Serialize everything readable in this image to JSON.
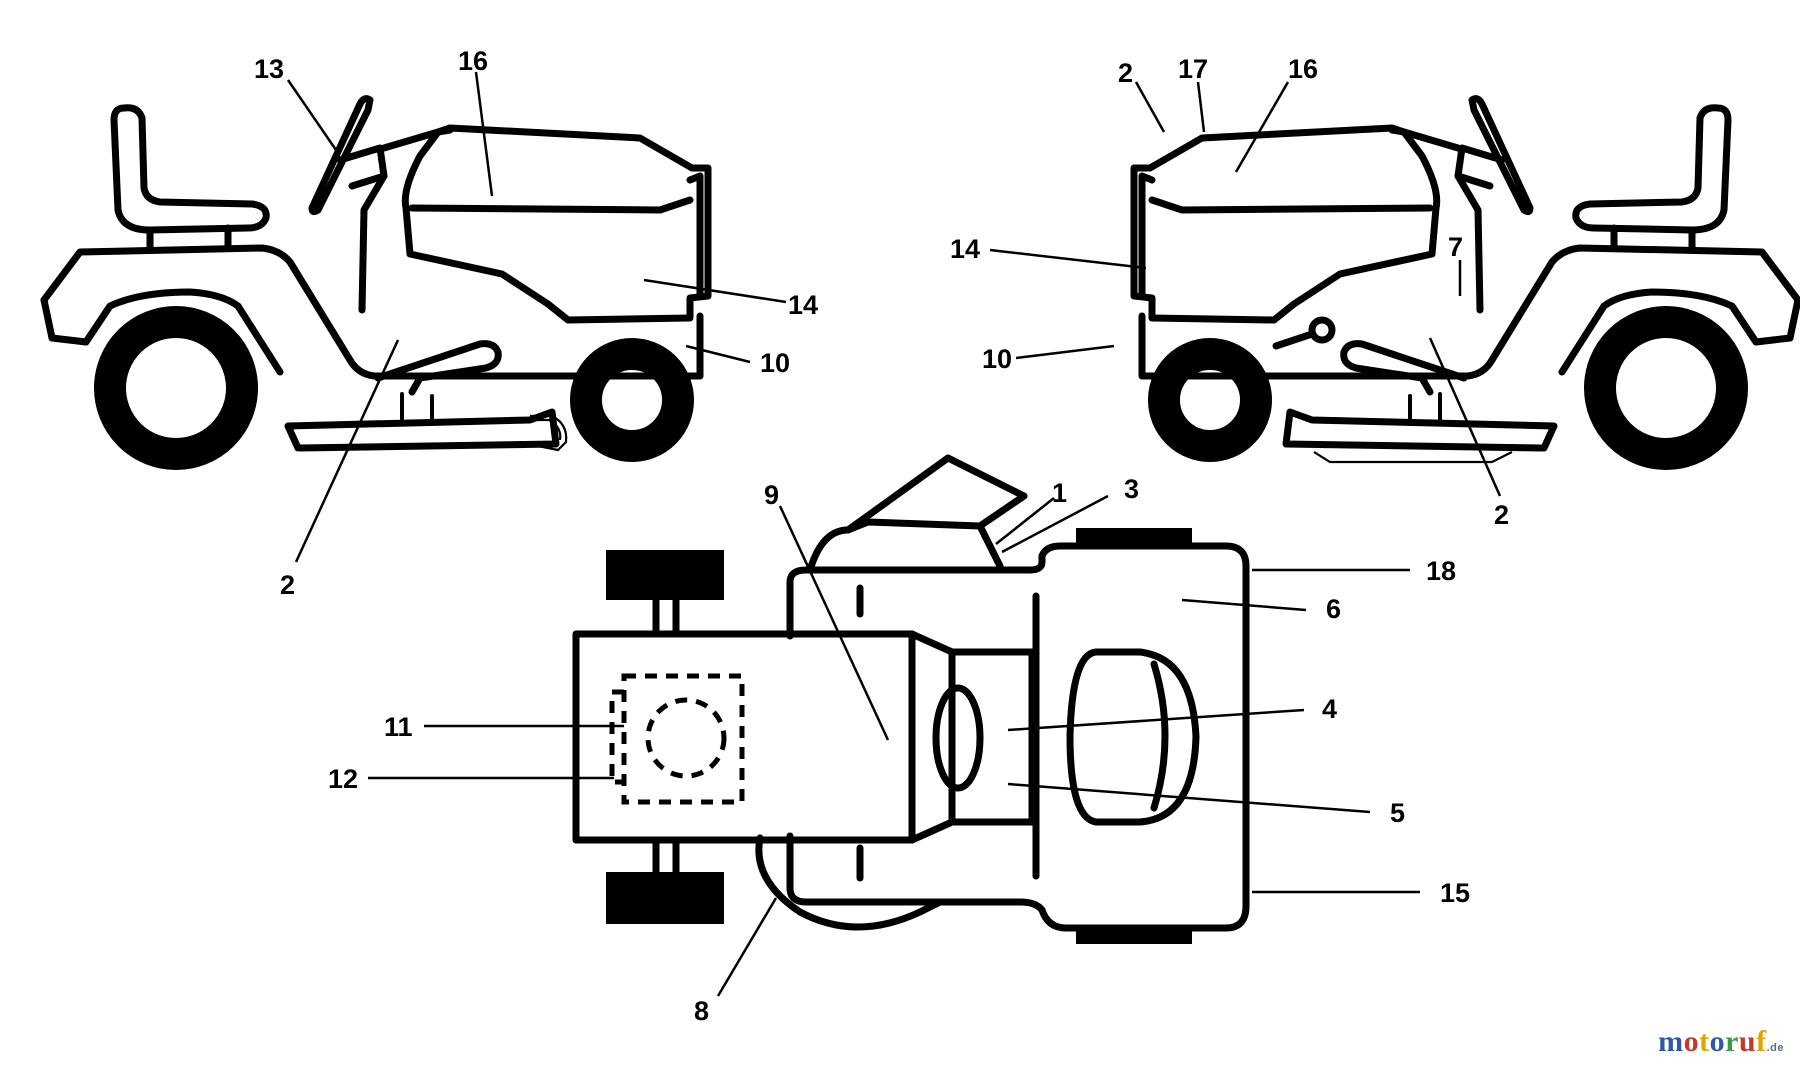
{
  "diagram": {
    "side_left": {
      "labels": {
        "l13": "13",
        "l16": "16",
        "l14": "14",
        "l10": "10",
        "l2": "2"
      }
    },
    "side_right": {
      "labels": {
        "l2a": "2",
        "l17": "17",
        "l16": "16",
        "l14": "14",
        "l7": "7",
        "l10": "10",
        "l2b": "2"
      }
    },
    "top_view": {
      "labels": {
        "l9": "9",
        "l1": "1",
        "l3": "3",
        "l18": "18",
        "l6": "6",
        "l4": "4",
        "l11": "11",
        "l12": "12",
        "l5": "5",
        "l15": "15",
        "l8": "8"
      }
    }
  },
  "watermark": {
    "letters": [
      "m",
      "o",
      "t",
      "o",
      "r",
      "u",
      "f"
    ],
    "colors": [
      "#2f58a6",
      "#c23a2e",
      "#e2a500",
      "#2f58a6",
      "#3a9a45",
      "#c23a2e",
      "#e2a500"
    ],
    "suffix": ".de"
  }
}
